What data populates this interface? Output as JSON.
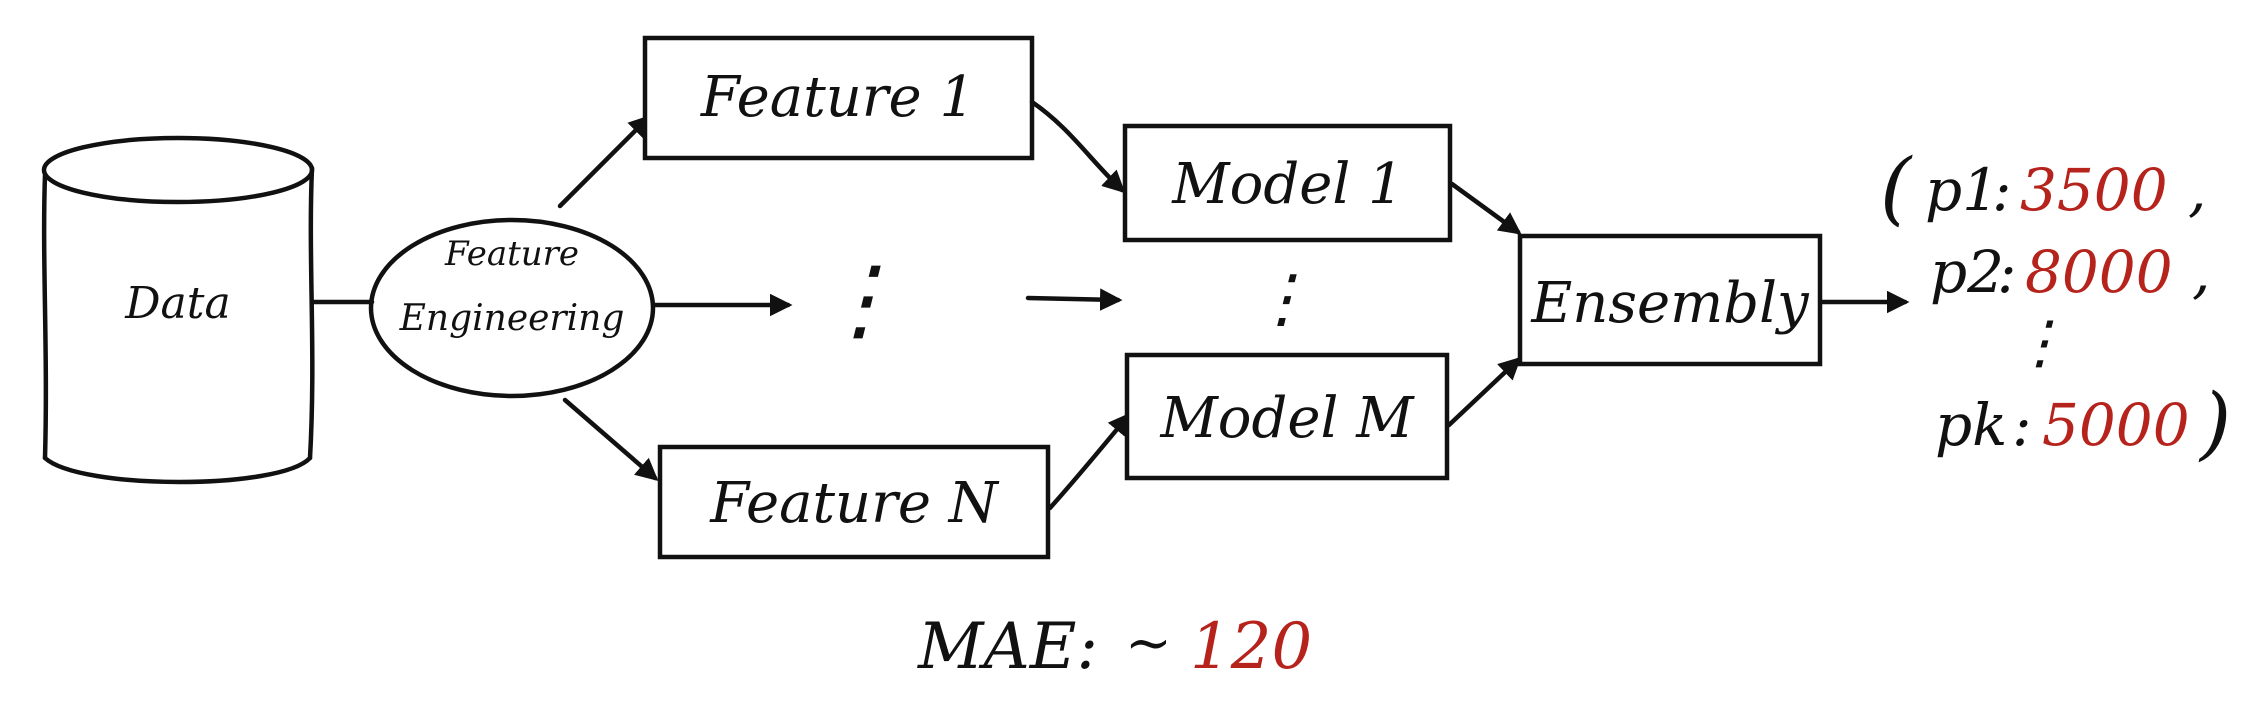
{
  "colors": {
    "ink": "#111111",
    "accent": "#b5231c"
  },
  "nodes": {
    "data": "Data",
    "feature_engineering_line1": "Feature",
    "feature_engineering_line2": "Engineering",
    "feature_1": "Feature 1",
    "feature_n": "Feature N",
    "model_1": "Model 1",
    "model_m": "Model M",
    "ensemble": "Ensembly"
  },
  "output": {
    "open_paren": "(",
    "close_paren": ")",
    "rows": [
      {
        "label": "p1",
        "sep": ":",
        "value": "3500",
        "trail": ","
      },
      {
        "label": "p2",
        "sep": ":",
        "value": "8000",
        "trail": ","
      },
      {
        "label": "pk",
        "sep": ":",
        "value": "5000",
        "trail": ""
      }
    ],
    "ellipsis": "⋮"
  },
  "ellipsis_features": "⋮",
  "ellipsis_models": "⋮",
  "mae": {
    "label": "MAE:",
    "approx": "~",
    "value": "120"
  }
}
